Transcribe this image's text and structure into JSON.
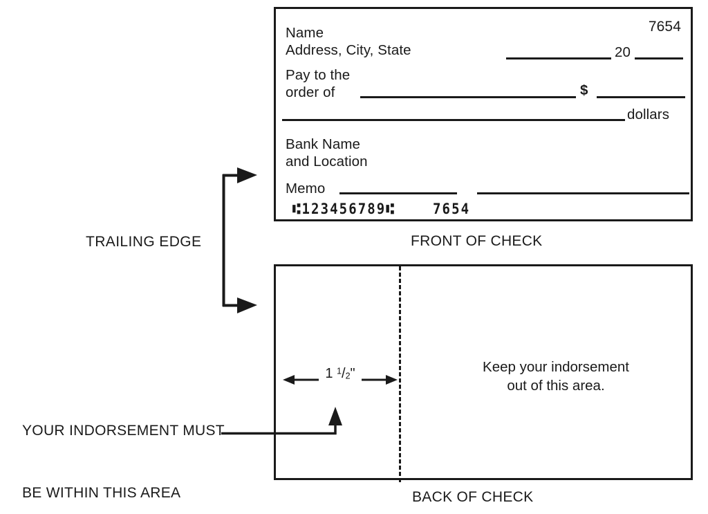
{
  "diagram": {
    "title": "Check endorsement placement diagram",
    "stroke_color": "#1a1a1a",
    "background_color": "#ffffff"
  },
  "front_of_check": {
    "caption": "FRONT OF CHECK",
    "check_number": "7654",
    "name_line": "Name",
    "address_line": "Address, City, State",
    "pay_to_line1": "Pay to the",
    "pay_to_line2": "order of",
    "bank_line1": "Bank Name",
    "bank_line2": "and Location",
    "memo_label": "Memo",
    "dollars_label": "dollars",
    "dollar_sign": "$",
    "year_prefix": "20",
    "micr_line": "⑆123456789⑆    7654",
    "micr_routing": "123456789",
    "micr_check_number": "7654"
  },
  "back_of_check": {
    "caption": "BACK OF CHECK",
    "keep_out_line1": "Keep your indorsement",
    "keep_out_line2": "out of this area.",
    "dimension": {
      "whole": "1",
      "numerator": "1",
      "denominator": "2",
      "unit": "\"",
      "full_text": "1 1/2\""
    }
  },
  "annotations": {
    "trailing_edge": "TRAILING EDGE",
    "indorsement_area_line1": "YOUR INDORSEMENT MUST",
    "indorsement_area_line2": "BE WITHIN THIS AREA"
  }
}
